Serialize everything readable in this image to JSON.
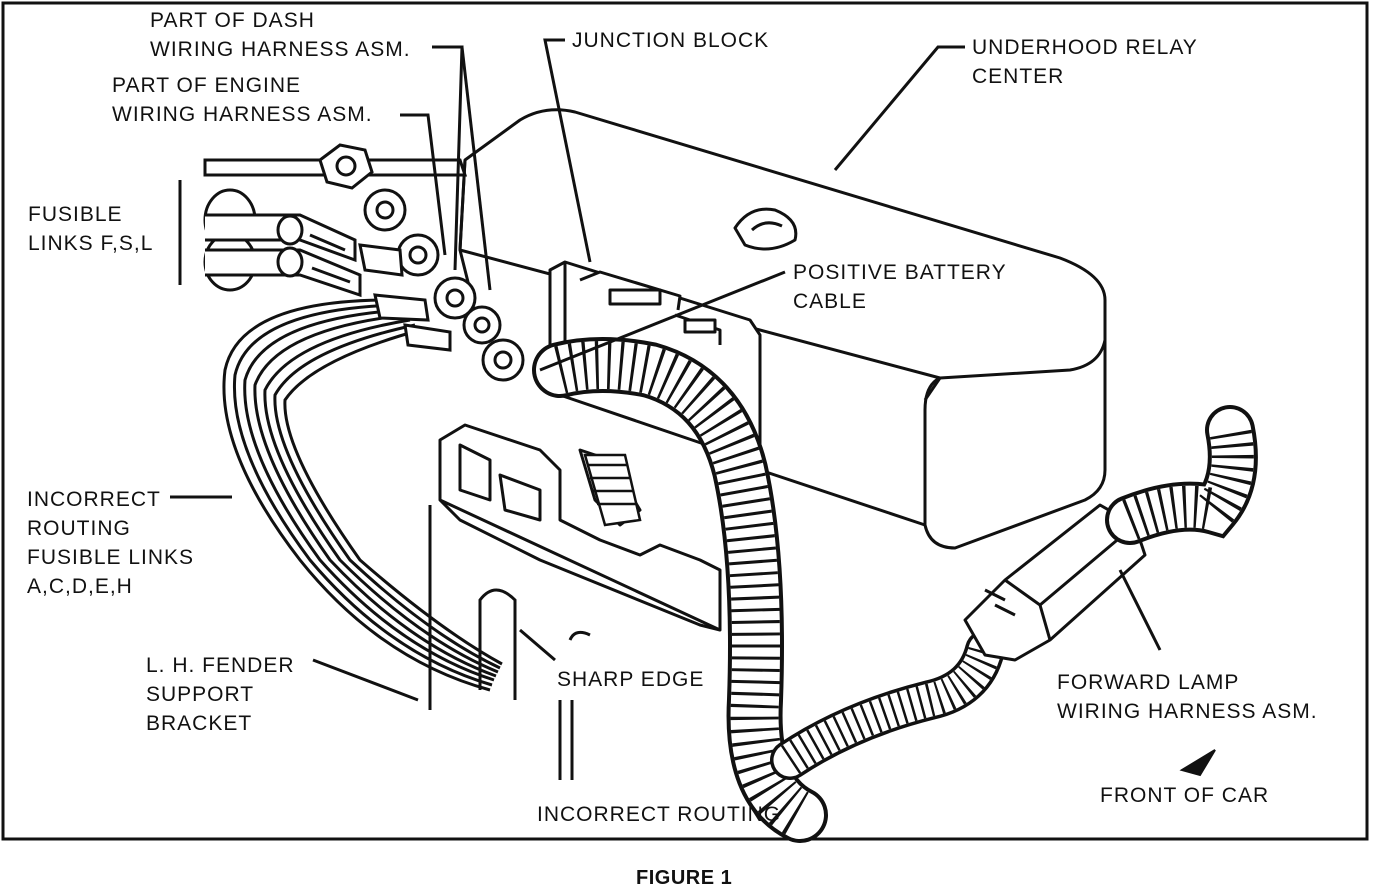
{
  "labels": {
    "dash_harness": [
      "PART OF DASH",
      "WIRING HARNESS ASM."
    ],
    "engine_harness": [
      "PART OF ENGINE",
      "WIRING HARNESS ASM."
    ],
    "fusible_links": [
      "FUSIBLE",
      "LINKS F,S,L"
    ],
    "junction_block": "JUNCTION BLOCK",
    "relay_center": [
      "UNDERHOOD RELAY",
      "CENTER"
    ],
    "positive_cable": [
      "POSITIVE BATTERY",
      "CABLE"
    ],
    "incorrect_fusible": [
      "INCORRECT",
      "ROUTING",
      "FUSIBLE LINKS",
      "A,C,D,E,H"
    ],
    "fender_bracket": [
      "L. H. FENDER",
      "SUPPORT",
      "BRACKET"
    ],
    "sharp_edge": "SHARP EDGE",
    "forward_lamp": [
      "FORWARD LAMP",
      "WIRING HARNESS ASM."
    ],
    "front_of_car": "FRONT OF CAR",
    "incorrect_routing": "INCORRECT ROUTING"
  },
  "caption": "FIGURE 1"
}
